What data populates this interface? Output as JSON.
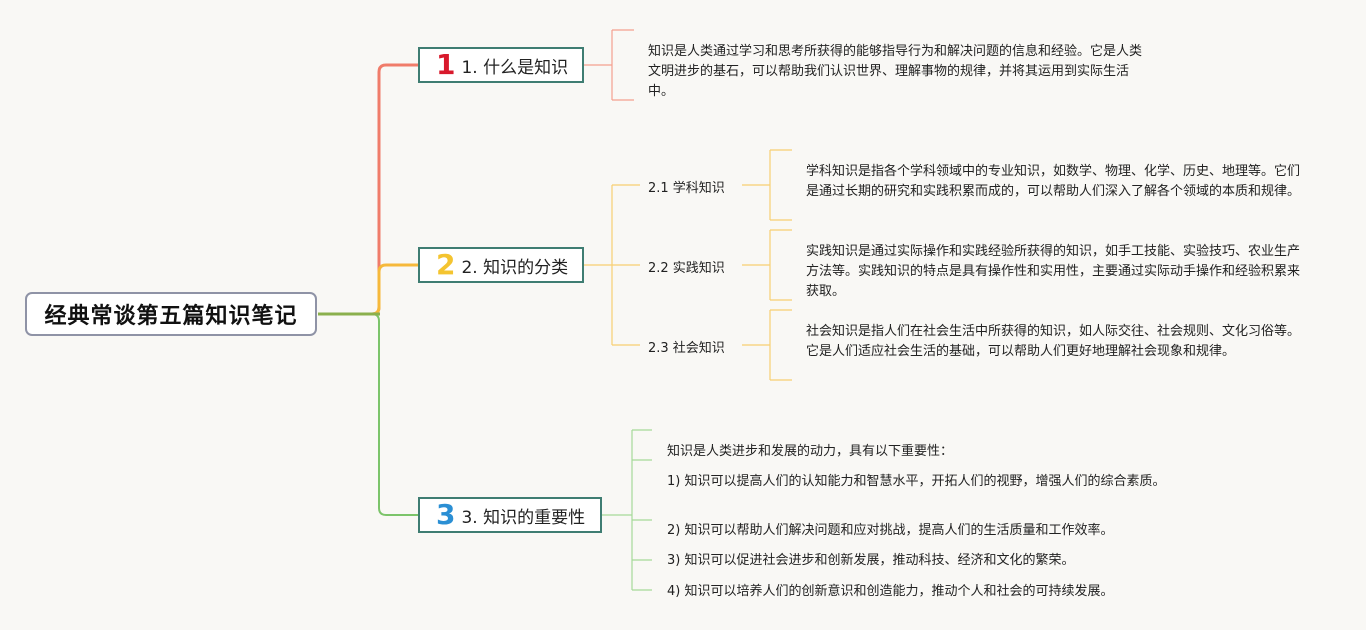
{
  "root": {
    "title": "经典常谈第五篇知识笔记"
  },
  "topics": [
    {
      "num": "1",
      "label": "1. 什么是知识"
    },
    {
      "num": "2",
      "label": "2. 知识的分类"
    },
    {
      "num": "3",
      "label": "3. 知识的重要性"
    }
  ],
  "notes": {
    "what": "知识是人类通过学习和思考所获得的能够指导行为和解决问题的信息和经验。它是人类文明进步的基石，可以帮助我们认识世界、理解事物的规律，并将其运用到实际生活中。",
    "subtopics": [
      {
        "label": "2.1 学科知识",
        "text": "学科知识是指各个学科领域中的专业知识，如数学、物理、化学、历史、地理等。它们是通过长期的研究和实践积累而成的，可以帮助人们深入了解各个领域的本质和规律。"
      },
      {
        "label": "2.2 实践知识",
        "text": "实践知识是通过实际操作和实践经验所获得的知识，如手工技能、实验技巧、农业生产方法等。实践知识的特点是具有操作性和实用性，主要通过实际动手操作和经验积累来获取。"
      },
      {
        "label": "2.3 社会知识",
        "text": "社会知识是指人们在社会生活中所获得的知识，如人际交往、社会规则、文化习俗等。它是人们适应社会生活的基础，可以帮助人们更好地理解社会现象和规律。"
      }
    ],
    "importance": [
      "知识是人类进步和发展的动力，具有以下重要性：",
      "1) 知识可以提高人们的认知能力和智慧水平，开拓人们的视野，增强人们的综合素质。",
      "2) 知识可以帮助人们解决问题和应对挑战，提高人们的生活质量和工作效率。",
      "3) 知识可以促进社会进步和创新发展，推动科技、经济和文化的繁荣。",
      "4) 知识可以培养人们的创新意识和创造能力，推动个人和社会的可持续发展。"
    ]
  },
  "colors": {
    "branch1": "#f07c6a",
    "branch2": "#f6b93b",
    "branch3": "#7cc46a",
    "topic_border": "#3f7d72"
  }
}
